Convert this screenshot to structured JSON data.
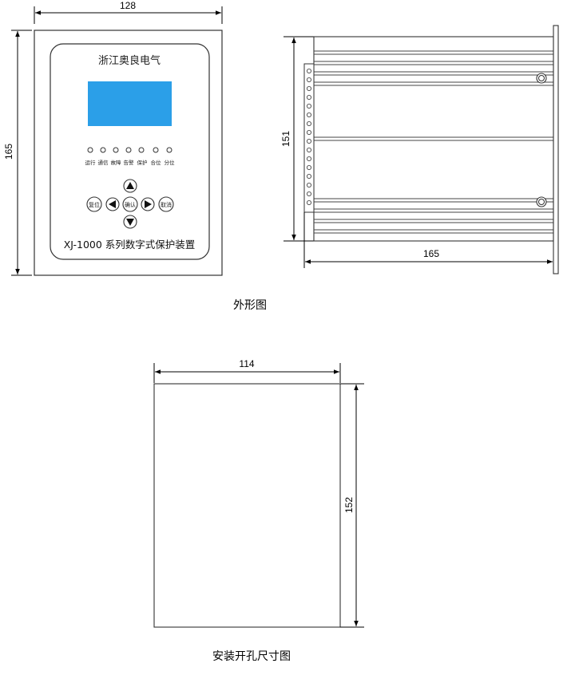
{
  "front": {
    "width_dim": "128",
    "height_dim": "165",
    "brand": "浙江奥良电气",
    "indicators": [
      "运行",
      "通信",
      "故障",
      "告警",
      "保护",
      "合位",
      "分位"
    ],
    "buttons": {
      "reset": "复位",
      "confirm": "确认",
      "cancel": "取消"
    },
    "model": "XJ-1000 系列数字式保护装置",
    "screen_color": "#2b9fe8"
  },
  "side": {
    "height_dim": "151",
    "depth_dim": "165"
  },
  "captions": {
    "outline": "外形图",
    "cutout": "安装开孔尺寸图"
  },
  "cutout": {
    "width_dim": "114",
    "height_dim": "152"
  }
}
